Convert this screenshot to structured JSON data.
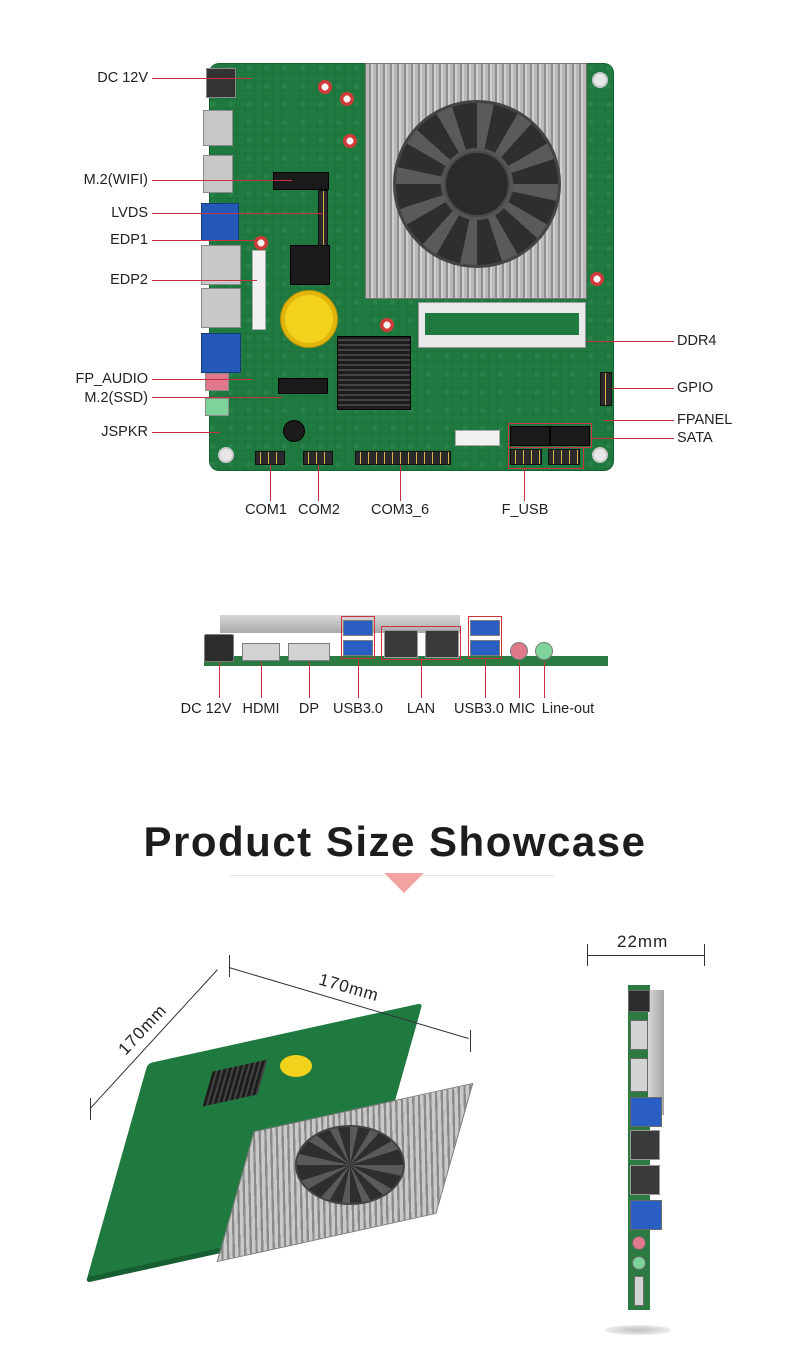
{
  "top_labels": {
    "left": [
      "DC 12V",
      "M.2(WIFI)",
      "LVDS",
      "EDP1",
      "EDP2",
      "FP_AUDIO",
      "M.2(SSD)",
      "JSPKR"
    ],
    "right": [
      "DDR4",
      "GPIO",
      "FPANEL",
      "SATA"
    ],
    "bottom": [
      "COM1",
      "COM2",
      "COM3_6",
      "F_USB"
    ]
  },
  "side_labels": [
    "DC 12V",
    "HDMI",
    "DP",
    "USB3.0",
    "LAN",
    "USB3.0",
    "MIC",
    "Line-out"
  ],
  "section_title": "Product Size Showcase",
  "dimensions": {
    "length": "170mm",
    "width": "170mm",
    "height": "22mm"
  },
  "colors": {
    "accent_red": "#c8313f",
    "triangle_pink": "#f4a3a3",
    "pcb_green": "#1f7a3f"
  }
}
